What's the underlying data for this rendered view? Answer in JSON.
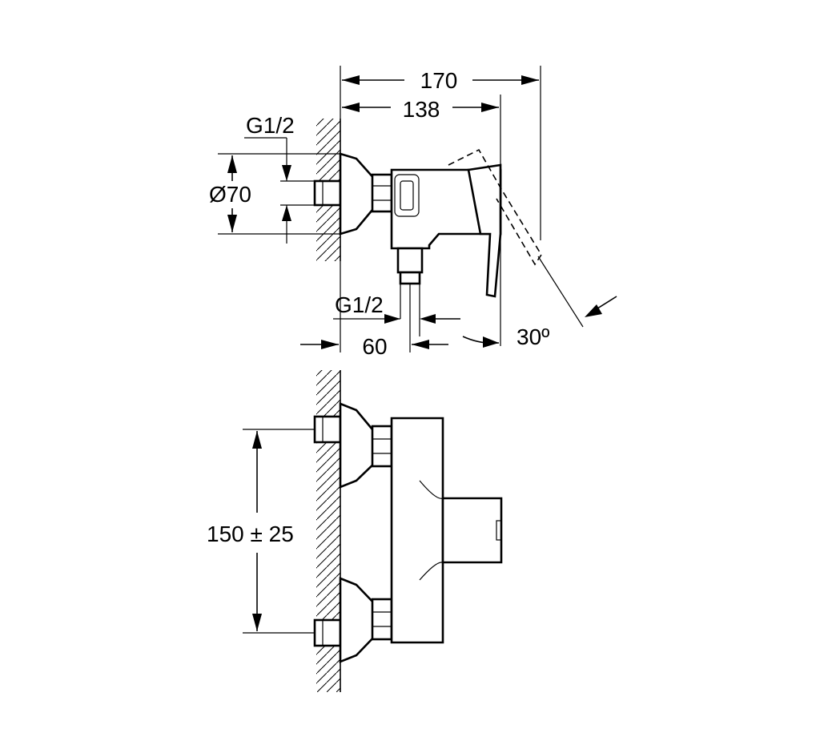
{
  "dimensions": {
    "overall_depth": "170",
    "body_depth": "138",
    "thread_top": "G1/2",
    "flange_diameter": "Ø70",
    "thread_outlet": "G1/2",
    "outlet_offset": "60",
    "lever_angle": "30º",
    "inlet_spacing": "150 ± 25"
  },
  "colors": {
    "line": "#000000",
    "background": "#ffffff"
  }
}
